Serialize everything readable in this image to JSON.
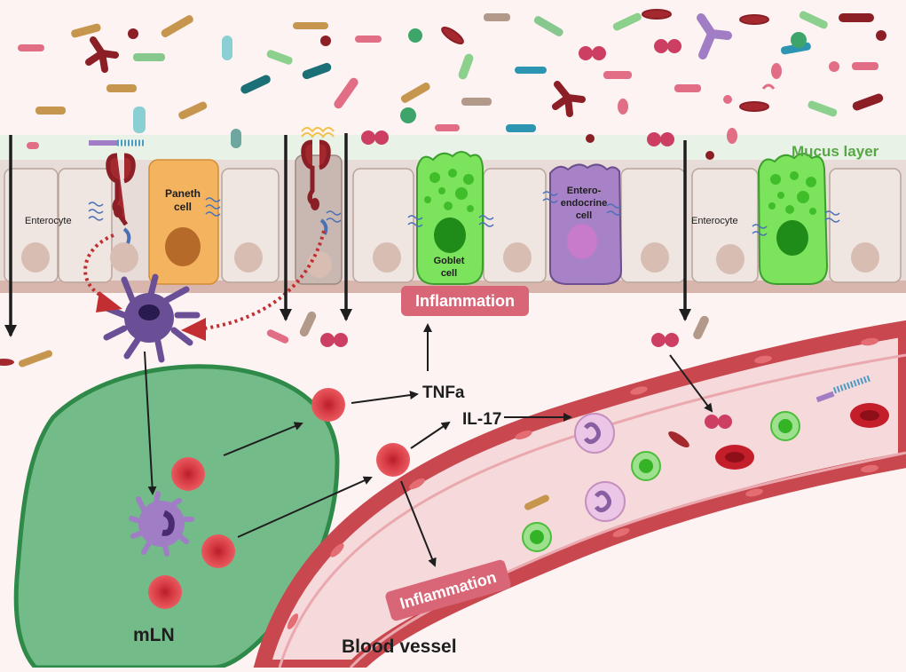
{
  "labels": {
    "mucus": "Mucus layer",
    "enterocyte": "Enterocyte",
    "paneth_line1": "Paneth",
    "paneth_line2": "cell",
    "goblet_line1": "Goblet",
    "goblet_line2": "cell",
    "entero_line1": "Entero-",
    "entero_line2": "endocrine",
    "entero_line3": "cell",
    "inflammation": "Inflammation",
    "tnfa": "TNFa",
    "il17": "IL-17",
    "mln": "mLN",
    "blood_vessel": "Blood vessel"
  },
  "colors": {
    "background": "#fdf3f3",
    "mucus": "#e9f2e6",
    "epithelium": "#e8dcd8",
    "paneth": "#f4b35e",
    "goblet": "#7be35c",
    "enteroendocrine": "#a782c6",
    "dendritic": "#6b4f96",
    "lymph_node": "#74bb8a",
    "t_cell": "#e0454b",
    "vessel_wall": "#c9474e",
    "vessel_lumen": "#f6d9db",
    "inflammation_badge": "#d86677",
    "arrow": "#1e1e1e",
    "mucus_label": "#56a844"
  }
}
